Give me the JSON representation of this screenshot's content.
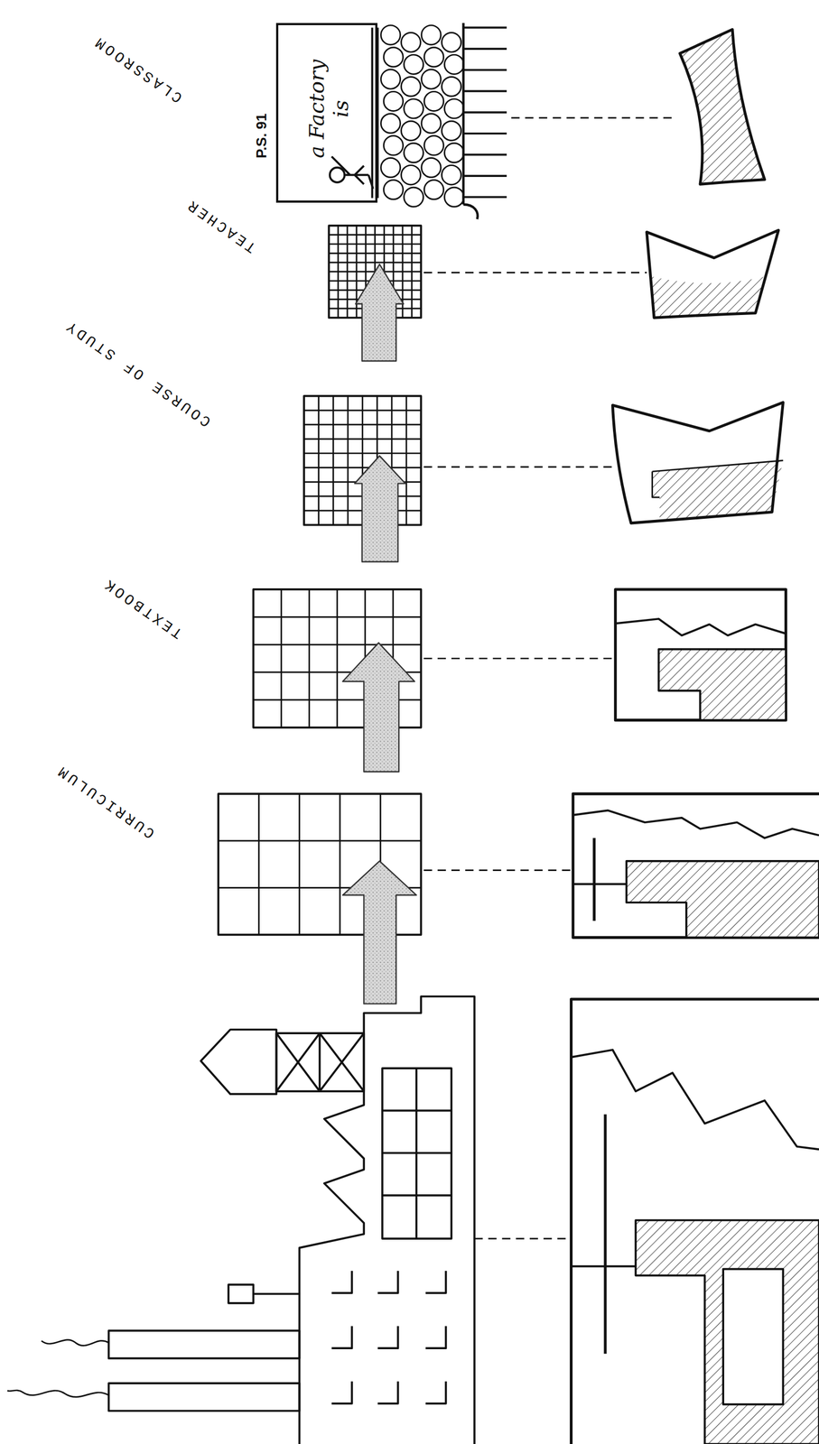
{
  "diagram": {
    "nodes": [
      {
        "text": [
          "P.S. 91",
          "a Factory is"
        ]
      }
    ],
    "labels": [
      "CLASSROOM",
      "TEACHER",
      "COURSE OF STUDY",
      "TEXTBOOK",
      "CURRICULUM"
    ]
  }
}
